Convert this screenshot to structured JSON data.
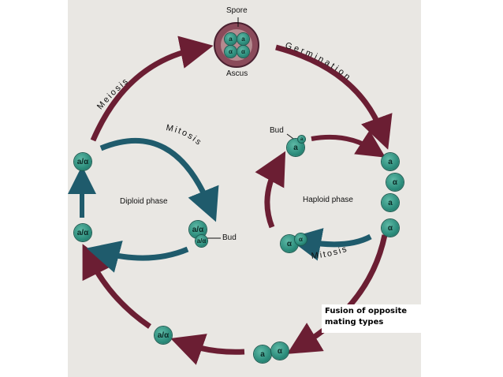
{
  "colors": {
    "arrow": "#6b1e33",
    "arrow_blue": "#1f5b6c",
    "cell": "#2c8d7c",
    "ascus": "#8a4a5a"
  },
  "labels": {
    "spore": "Spore",
    "ascus": "Ascus",
    "meiosis": "Meiosis",
    "germination": "Germination",
    "mitosis_left": "Mitosis",
    "mitosis_right": "Mitosis",
    "diploid_phase": "Diploid phase",
    "haploid_phase": "Haploid phase",
    "bud_left": "Bud",
    "bud_right": "Bud"
  },
  "ascus_spores": [
    "a",
    "a",
    "α",
    "α"
  ],
  "cells": {
    "diploid_top": "a/α",
    "diploid_mid": "a/α",
    "diploid_bottom": "a/α",
    "budding_diploid": "a/α",
    "budding_diploid_bud": "a/α",
    "haploid_bud_parent": "a",
    "haploid_bud_child": "a",
    "haploid_right_1": "a",
    "haploid_right_2": "α",
    "haploid_right_3": "a",
    "haploid_right_4": "α",
    "haploid_alpha_parent": "α",
    "haploid_alpha_bud": "α",
    "fusion_a": "a",
    "fusion_alpha": "α"
  },
  "note_text": "Fusion of opposite mating types"
}
